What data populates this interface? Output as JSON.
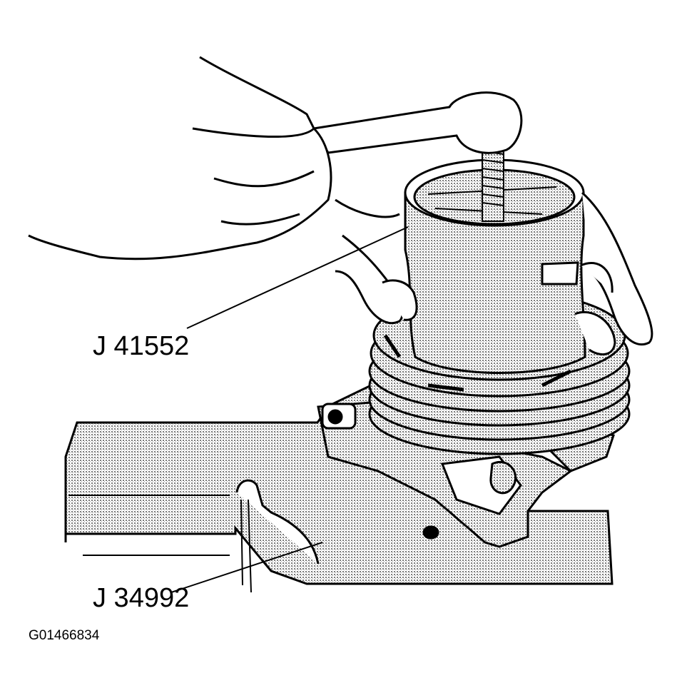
{
  "labels": {
    "tool_upper": "J 41552",
    "tool_lower": "J 34992",
    "figure_id": "G01466834"
  },
  "colors": {
    "line": "#000000",
    "shade": "#b8b8b8",
    "paper": "#ffffff"
  }
}
